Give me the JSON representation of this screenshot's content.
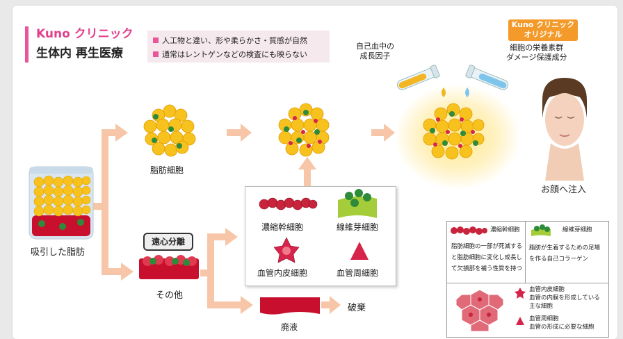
{
  "header": {
    "brand": "Kuno クリニック",
    "subtitle": "生体内 再生医療",
    "features": [
      "人工物と違い、形や柔らかさ・質感が自然",
      "通常はレントゲンなどの検査にも映らない"
    ]
  },
  "growth_factor_label": [
    "自己血中の",
    "成長因子"
  ],
  "original_badge": [
    "Kuno クリニック",
    "オリジナル"
  ],
  "original_desc": [
    "細胞の栄養素群",
    "ダメージ保護成分"
  ],
  "labels": {
    "suctioned_fat": "吸引した脂肪",
    "fat_cells": "脂肪細胞",
    "centrifuge": "遠心分離",
    "others": "その他",
    "waste_liquid": "廃液",
    "discard": "破棄",
    "inject_face": "お顔へ注入"
  },
  "cells": {
    "stem": "濃縮幹細胞",
    "fibroblast": "線維芽細胞",
    "endothelial": "血管内皮細胞",
    "pericyte": "血管周細胞"
  },
  "legend": {
    "stem_title": "濃縮幹細胞",
    "stem_desc": [
      "脂肪細胞の一部が死滅する",
      "と脂肪細胞に変化し成長し",
      "て欠損部を補う性質を持つ"
    ],
    "fibro_title": "線維芽細胞",
    "fibro_desc": [
      "脂肪が生着するための足場",
      "を作る自己コラーゲン"
    ],
    "endo_title": "血管内皮細胞",
    "endo_desc": [
      "血管の内膜を形成している",
      "主な細胞"
    ],
    "peri_title": "血管周細胞",
    "peri_desc": [
      "血管の形成に必要な細胞"
    ]
  },
  "colors": {
    "accent_pink": "#e8559b",
    "arrow": "#f7c6a8",
    "fat_yellow": "#f5b81c",
    "stem_red": "#c8243c",
    "fibro_green": "#3f9a3a",
    "badge_orange": "#f39a2a"
  }
}
